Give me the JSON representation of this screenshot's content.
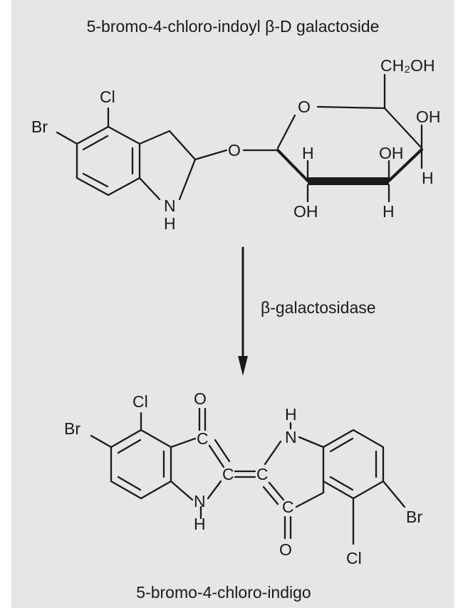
{
  "diagram": {
    "substrate_name": "5-bromo-4-chloro-indoyl β-D galactoside",
    "enzyme_label": "β-galactosidase",
    "product_name": "5-bromo-4-chloro-indigo"
  },
  "substrate_atoms": {
    "cl": "Cl",
    "br": "Br",
    "nh_n": "N",
    "nh_h": "H",
    "glycosidic_o": "O",
    "ring_o": "O",
    "ch2oh": "CH₂OH",
    "oh_c4": "OH",
    "oh_c3": "OH",
    "oh_c2": "OH",
    "h_c1": "H",
    "h_c2": "H",
    "h_c3": "H"
  },
  "product_atoms": {
    "cl_left": "Cl",
    "br_left": "Br",
    "o_left": "O",
    "c_left": "C",
    "c_center_left": "C",
    "c_center_right": "C",
    "c_right": "C",
    "n_left": "N",
    "h_left": "H",
    "n_right": "N",
    "h_right": "H",
    "o_right": "O",
    "cl_right": "Cl",
    "br_right": "Br"
  }
}
